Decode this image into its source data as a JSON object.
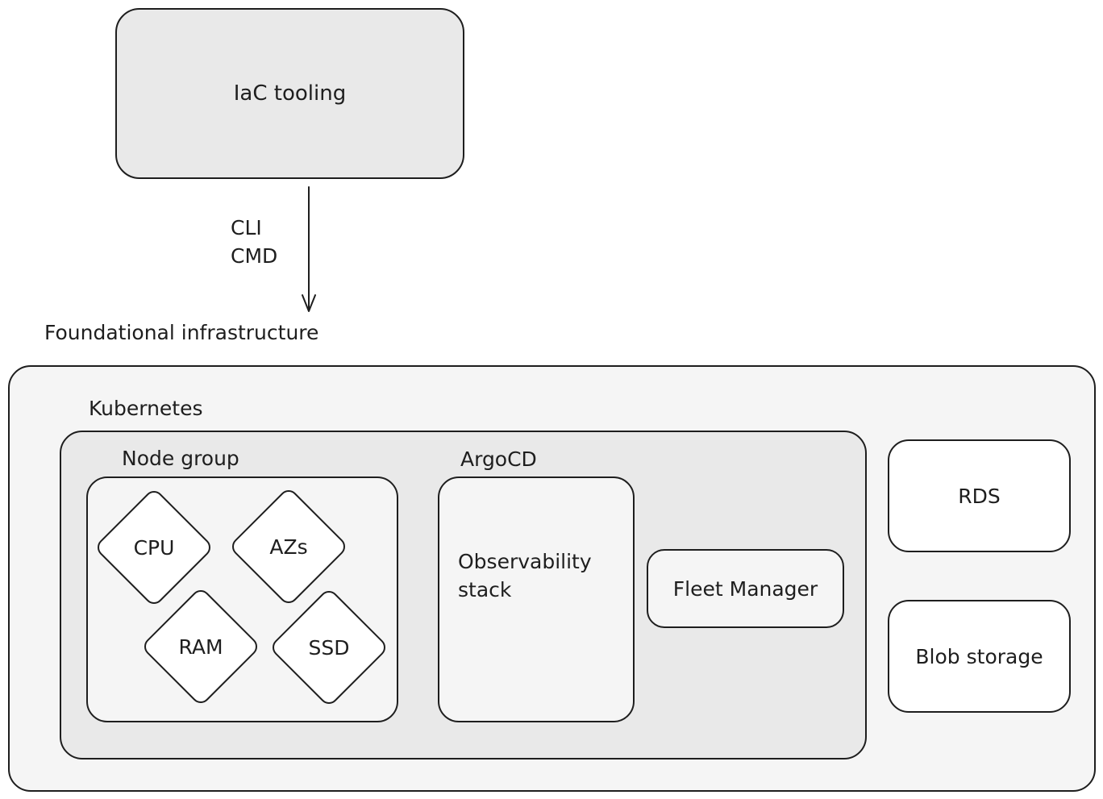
{
  "iac": {
    "label": "IaC tooling"
  },
  "edge": {
    "line1": "CLI",
    "line2": "CMD"
  },
  "foundation": {
    "title": "Foundational infrastructure"
  },
  "kubernetes": {
    "title": "Kubernetes"
  },
  "node_group": {
    "title": "Node group",
    "items": [
      "CPU",
      "AZs",
      "RAM",
      "SSD"
    ]
  },
  "argocd": {
    "title": "ArgoCD",
    "content_line1": "Observability",
    "content_line2": "stack"
  },
  "fleet_manager": {
    "label": "Fleet Manager"
  },
  "rds": {
    "label": "RDS"
  },
  "blob_storage": {
    "label": "Blob storage"
  },
  "colors": {
    "stroke": "#1e1e1e",
    "gray_fill": "#e9e9e9",
    "light_fill": "#f5f5f5",
    "white_fill": "#ffffff"
  }
}
